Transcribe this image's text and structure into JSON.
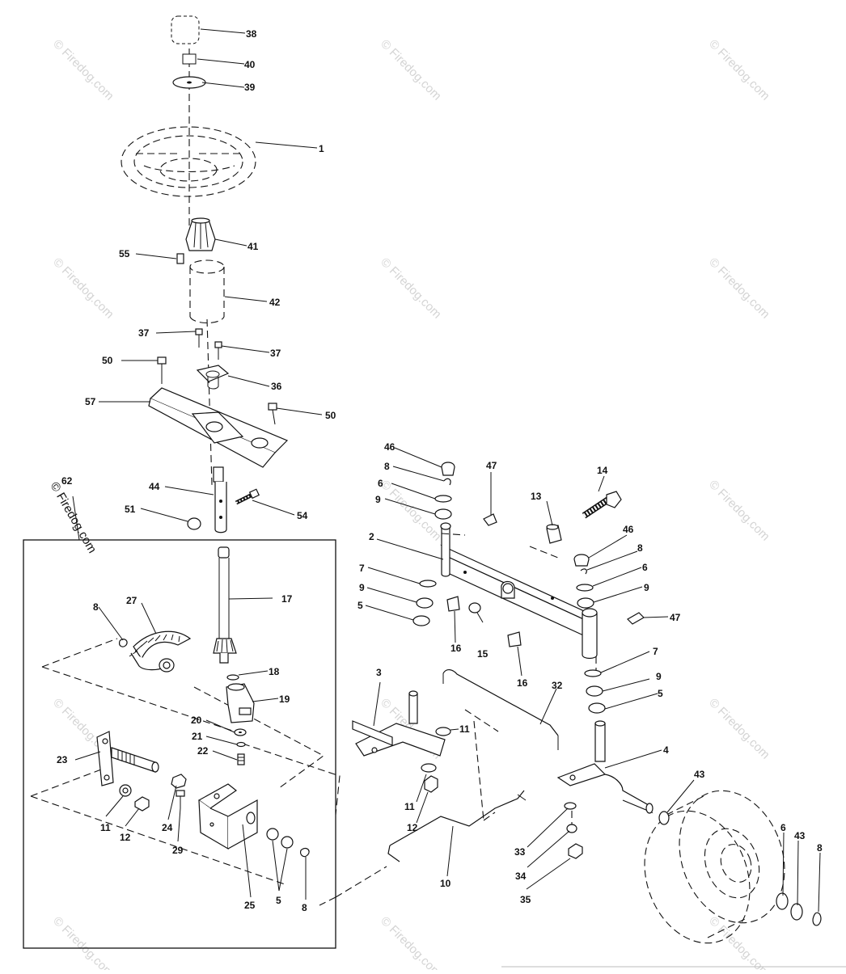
{
  "watermark": {
    "text": "© Firedog.com",
    "inset_text": "© Firedog.com"
  },
  "callouts": [
    "38",
    "40",
    "39",
    "1",
    "41",
    "55",
    "42",
    "37",
    "37",
    "50",
    "36",
    "57",
    "50",
    "44",
    "51",
    "54",
    "62",
    "46",
    "8",
    "47",
    "14",
    "6",
    "9",
    "13",
    "2",
    "46",
    "8",
    "6",
    "7",
    "9",
    "9",
    "47",
    "5",
    "16",
    "15",
    "7",
    "16",
    "17",
    "27",
    "8",
    "18",
    "19",
    "3",
    "9",
    "32",
    "5",
    "11",
    "20",
    "21",
    "22",
    "4",
    "23",
    "43",
    "11",
    "12",
    "24",
    "29",
    "11",
    "12",
    "6",
    "43",
    "8",
    "25",
    "5",
    "8",
    "10",
    "33",
    "34",
    "35"
  ]
}
